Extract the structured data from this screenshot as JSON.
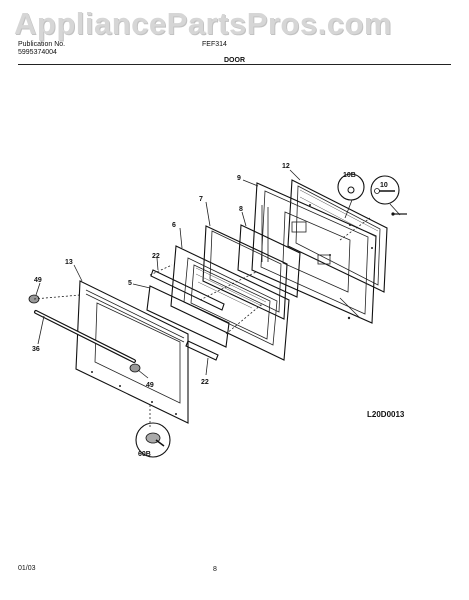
{
  "watermark": "AppliancePartsPros.com",
  "header": {
    "publication_label": "Publication No.",
    "publication_no": "5995374004",
    "model": "FEF314",
    "section_title": "DOOR"
  },
  "diagram": {
    "code": "L20D0013",
    "part_labels": {
      "p12": "12",
      "p9": "9",
      "p10b": "10B",
      "p10": "10",
      "p7": "7",
      "p8": "8",
      "p6": "6",
      "p22a": "22",
      "p5": "5",
      "p13": "13",
      "p49a": "49",
      "p36": "36",
      "p49b": "49",
      "p22b": "22",
      "p60b": "60B"
    }
  },
  "footer": {
    "date": "01/03",
    "page": "8"
  }
}
